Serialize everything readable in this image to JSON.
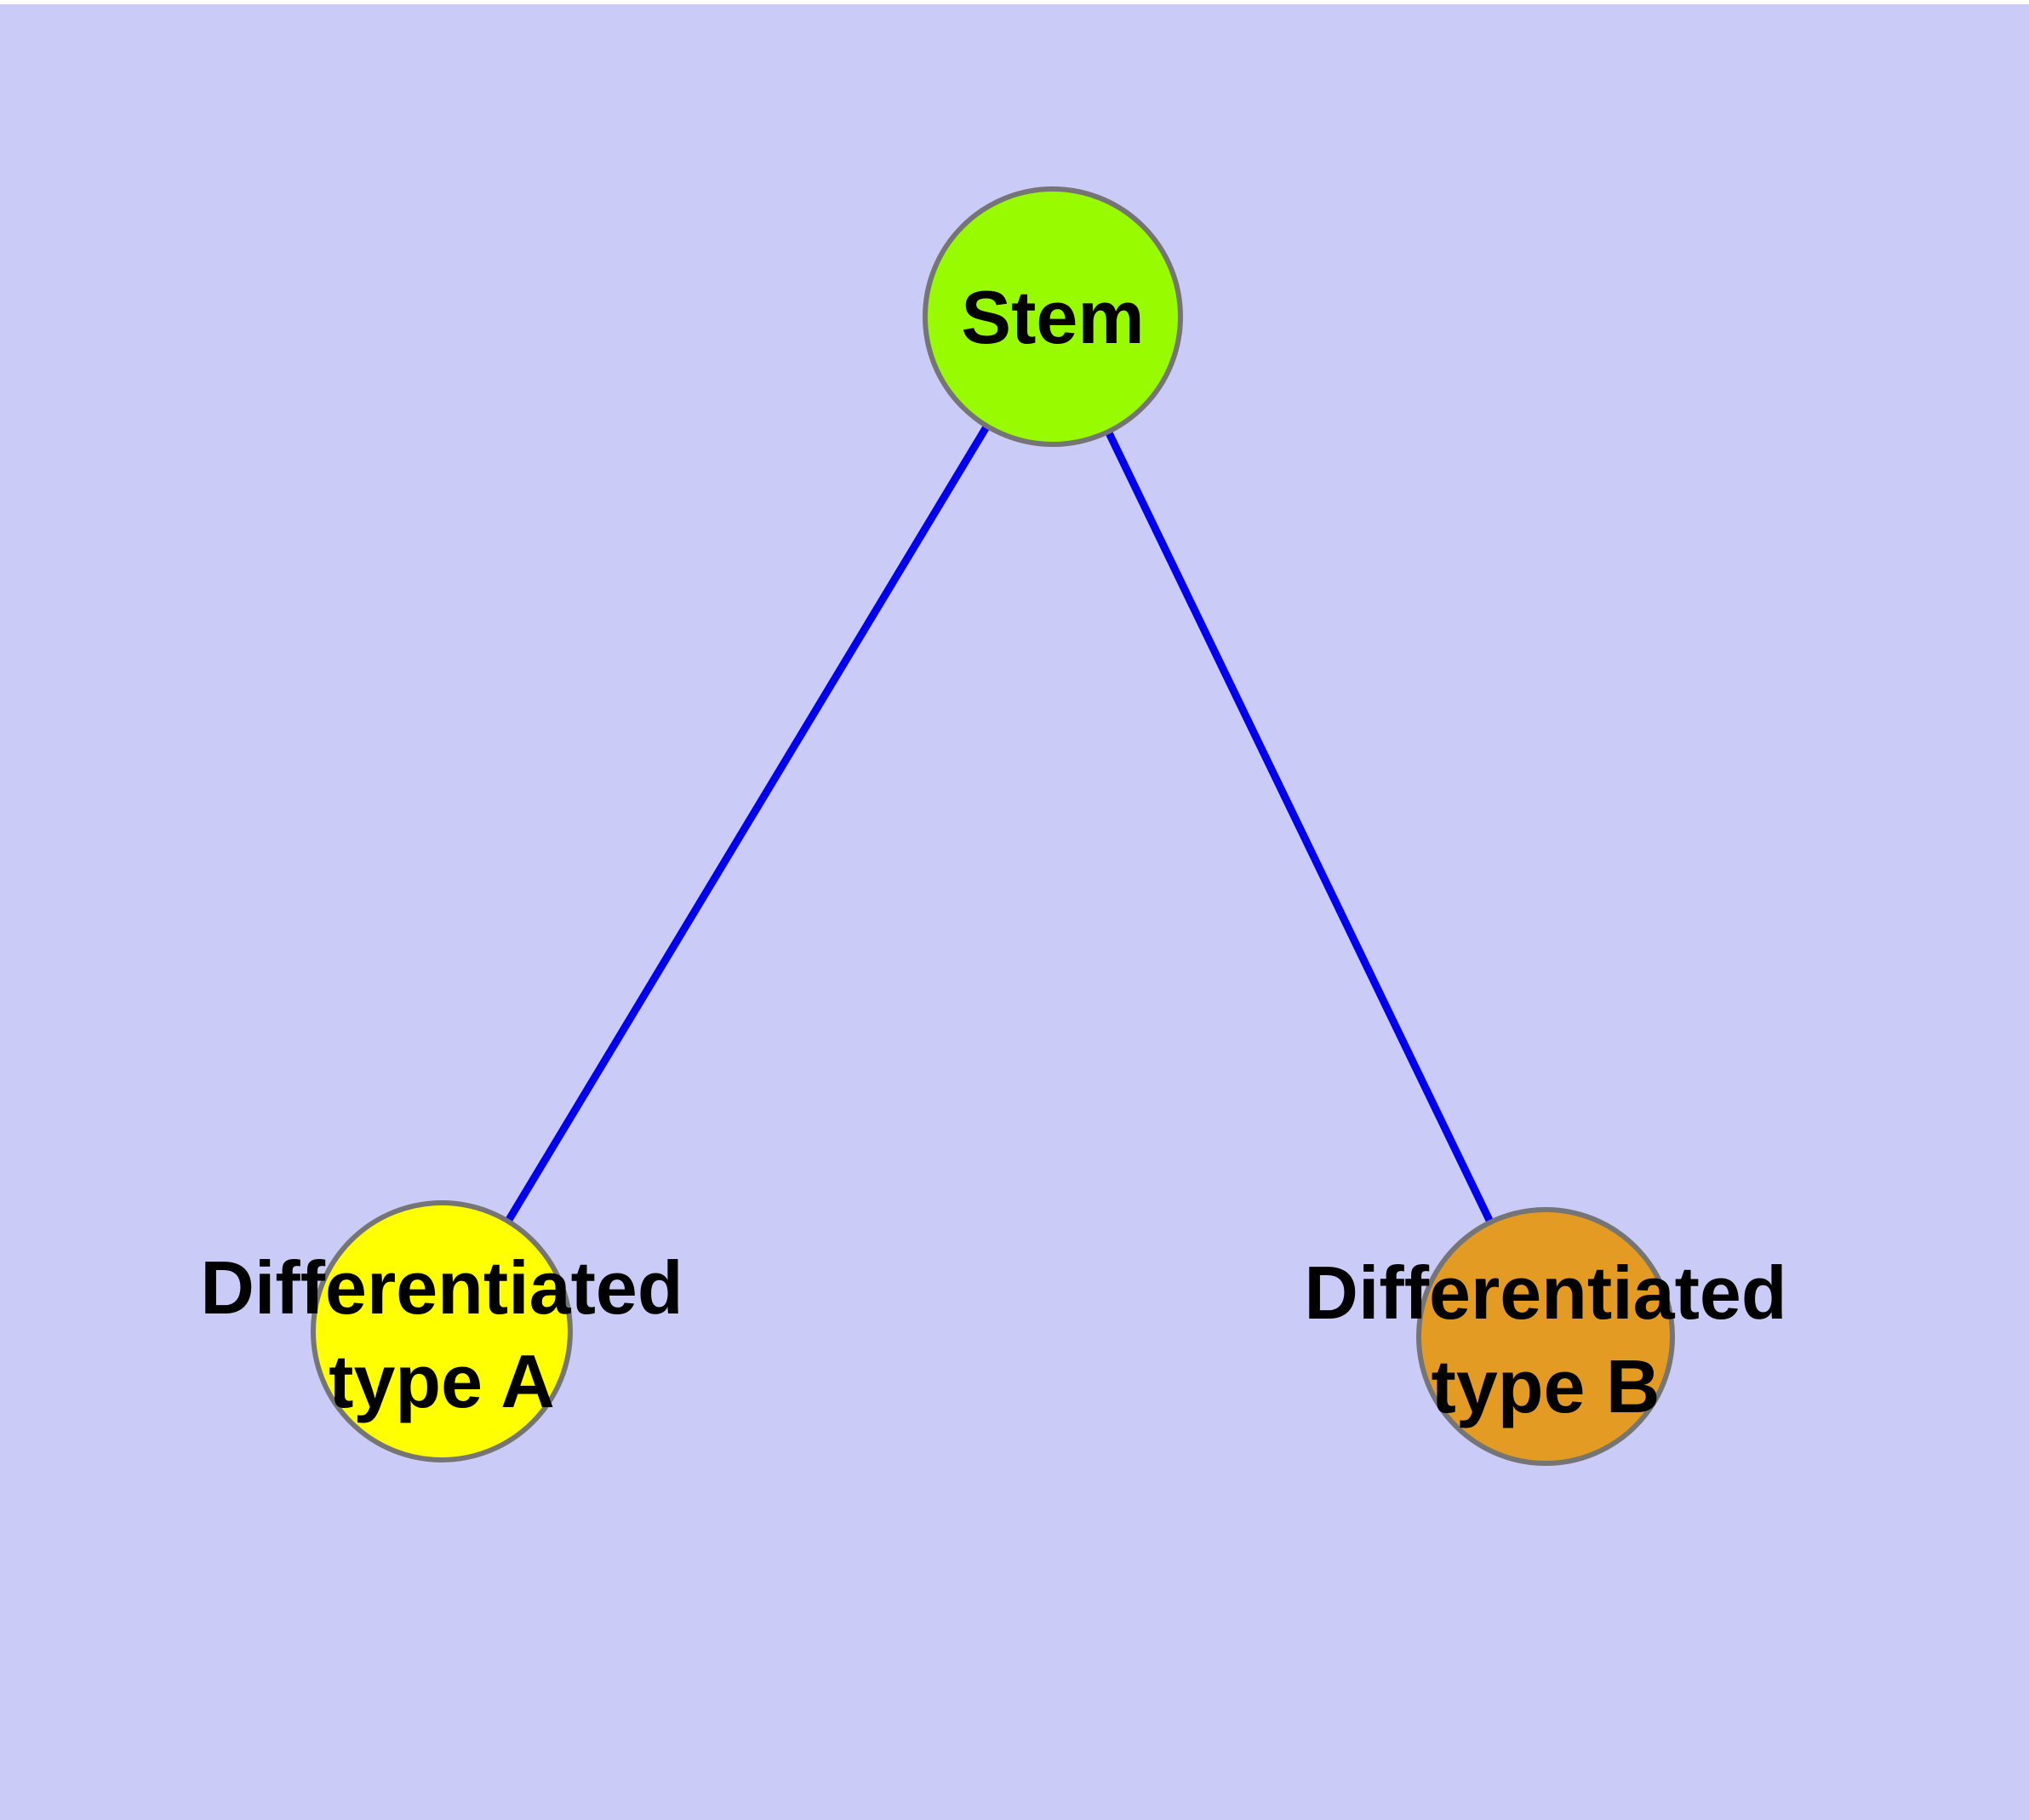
{
  "figure": {
    "background_color": "#CBCBF8",
    "top_strip_color": "#FEFEFE"
  },
  "graph": {
    "edge_color": "#0000EE",
    "node_border_color": "#757575",
    "label_color": "#000000",
    "nodes": [
      {
        "id": "stem",
        "label": "Stem",
        "fill": "#99FB00"
      },
      {
        "id": "differentiated-type-a",
        "label_line1": "Differentiated",
        "label_line2": "type A",
        "fill": "#FFFF00"
      },
      {
        "id": "differentiated-type-b",
        "label_line1": "Differentiated",
        "label_line2": "type B",
        "fill": "#E39B24"
      }
    ],
    "edges": [
      {
        "from": "stem",
        "to": "differentiated-type-a"
      },
      {
        "from": "stem",
        "to": "differentiated-type-b"
      }
    ]
  }
}
